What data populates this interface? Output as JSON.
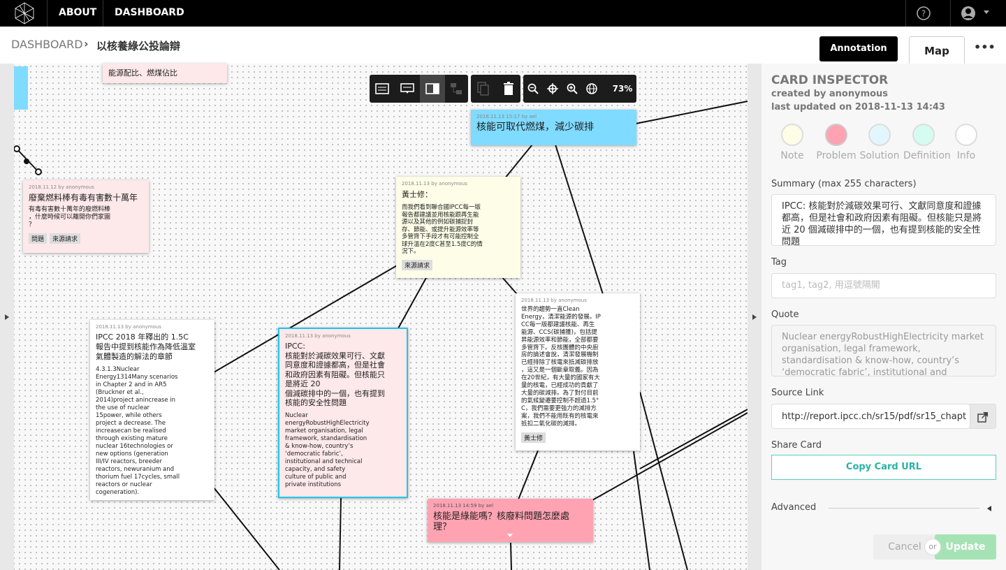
{
  "nav": {
    "about": "ABOUT",
    "dashboard": "DASHBOARD"
  },
  "breadcrumb": {
    "root": "DASHBOARD",
    "separator": "›",
    "title": "以核養綠公投論辯"
  },
  "actions": {
    "annotation": "Annotation",
    "map": "Map",
    "more": "•••"
  },
  "toolbar": {
    "zoom_level": "73%"
  },
  "cards": [
    {
      "id": "c1",
      "title": "能源配比、燃煤佔比",
      "color": "#fde8ea"
    },
    {
      "id": "c2",
      "meta": "2018.11.13 15:17 by ael",
      "title": "核能可取代燃煤，減少碳排",
      "color": "#7fdbff"
    },
    {
      "id": "c3",
      "meta": "2018.11.12 by anonymous",
      "title": "廢棄燃料棒有毒有害數十萬年",
      "body": "有毒有害數十萬年的廢燃料棒\n，什麼時候可以離開你們家園\n？",
      "tags": [
        "問題",
        "來源請求"
      ],
      "color": "#fde8ea"
    },
    {
      "id": "c4",
      "meta": "2018.11.13 by anonymous",
      "title": "黃士修：",
      "body": "而我們看到聯合國IPCC每一版\n報告都建議並用核能跟再生能\n源以及其他的例如碳捕捉封\n存、節能、或提升能源效率等\n多管齊下手段才有可能控制全\n球升溫在2度C甚至1.5度C的情\n況下。",
      "tags": [
        "來源請求"
      ],
      "color": "#fdfde8"
    },
    {
      "id": "c5",
      "meta": "2018.11.13 by anonymous",
      "title": "",
      "body": "世界的趨勢一直Clean\nEnergy，清潔能源的發展。IP\nCC每一版都建議核能、再生\n能源、CCS(碳捕獲)，包括提\n昇能源效率和節能，全部都要\n多管齊下。反核團體的中央廚\n房的論述會說，清潔發展機制\n已經排除了核電來抵減碳排放\n，這又是一個斷章取義。因為\n在20世紀，有大量的國家有大\n量的核電，已經成功的貢獻了\n大量的碳減排。為了對付目前\n的氣候變遷要控制不超過1.5°\nC，我們需要更強力的減排方\n案，我們不能用既有的核電來\n抵扣二氧化碳的減排。",
      "tags": [
        "黃士修"
      ],
      "color": "#ffffff"
    },
    {
      "id": "c6",
      "meta": "2018.11.13 by anonymous",
      "title": "IPCC 2018 年釋出的 1.5C\n報告中提到核能作為降低溫室\n氣體製造的解法的章節",
      "body": "4.3.1.3Nuclear\nEnergy1314Many scenarios\nin Chapter 2 and in AR5\n(Bruckner et al.,\n2014)project anincrease in\nthe use of nuclear\n15power, while others\nproject a decrease. The\nincreasecan be realised\nthrough existing mature\nnuclear 16technologies or\nnew options (generation\nIII/IV reactors, breeder\nreactors, newuranium and\nthorium fuel 17cycles, small\nreactors or nuclear\ncogeneration).",
      "color": "#ffffff"
    },
    {
      "id": "c7",
      "meta": "2018.11.13 by anonymous",
      "title": "IPCC:\n核能對於減碳效果可行、文獻\n同意度和證據都高，但是社會\n和政府因素有阻礙。但核能只\n是將近 20\n個減碳排中的一個，也有提到\n核能的安全性問題",
      "body": "Nuclear\nenergyRobustHighElectricity\n market organisation, legal\nframework, standardisation\n& know-how, country’s\n ‘democratic fabric’,\ninstitutional and technical\ncapacity, and safety\nculture of public and\nprivate institutions",
      "color": "#fde8ea"
    },
    {
      "id": "c8",
      "meta": "2018.11.13 14:59 by ael",
      "title": "核能是綠能嗎？核廢料問題怎麼處\n理？",
      "color": "#ffa3b3"
    }
  ],
  "inspector": {
    "heading": "CARD INSPECTOR",
    "created_by": "created by anonymous",
    "updated": "last updated on 2018-11-13 14:43",
    "types": [
      {
        "label": "Note",
        "color": "#fdfde8"
      },
      {
        "label": "Problem",
        "color": "#ffa3b3"
      },
      {
        "label": "Solution",
        "color": "#e3f5fd"
      },
      {
        "label": "Definition",
        "color": "#d6fbf1"
      },
      {
        "label": "Info",
        "color": "#ffffff"
      }
    ],
    "selected_type": "Problem",
    "summary_label": "Summary (max 255 characters)",
    "summary_value": "IPCC: 核能對於減碳效果可行、文獻同意度和證據都高，但是社會和政府因素有阻礙。但核能只是將近 20 個減碳排中的一個，也有提到核能的安全性問題",
    "tag_label": "Tag",
    "tag_placeholder": "tag1, tag2, 用逗號隔開",
    "quote_label": "Quote",
    "quote_value": "Nuclear energyRobustHighElectricity market organisation, legal framework, standardisation & know-how, country’s ‘democratic fabric’, institutional and",
    "source_label": "Source Link",
    "source_value": "http://report.ipcc.ch/sr15/pdf/sr15_chapt",
    "share_label": "Share Card",
    "copy_button": "Copy Card URL",
    "advanced": "Advanced",
    "cancel": "Cancel",
    "or": "or",
    "update": "Update"
  }
}
